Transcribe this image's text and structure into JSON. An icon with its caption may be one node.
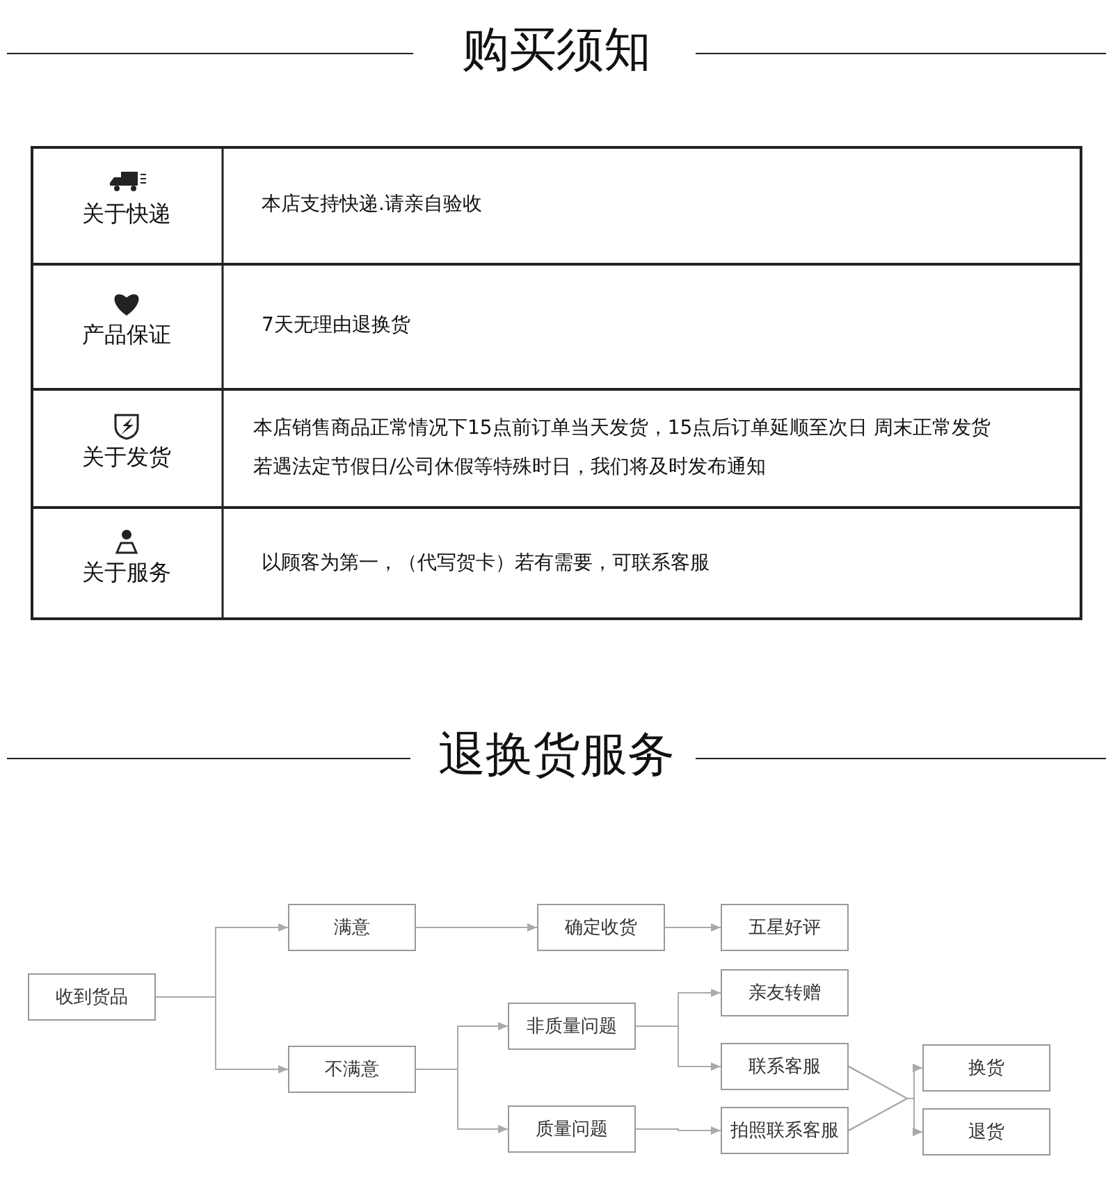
{
  "diagram": {
    "title": "购买须知",
    "nodes": [
      {
        "text": [
          "收到货品"
        ]
      },
      {
        "text": [
          "满意"
        ]
      },
      {
        "text": [
          "不满意"
        ]
      },
      {
        "text": [
          "确定收货"
        ]
      },
      {
        "text": [
          "五星好评"
        ]
      },
      {
        "text": [
          "非质量问题"
        ]
      },
      {
        "text": [
          "质量问题"
        ]
      },
      {
        "text": [
          "亲友转赠"
        ]
      },
      {
        "text": [
          "联系客服"
        ]
      },
      {
        "text": [
          "拍照联系客服"
        ]
      },
      {
        "text": [
          "换货"
        ]
      },
      {
        "text": [
          "退货"
        ]
      }
    ],
    "edges": [
      {
        "from": 0,
        "to": 1,
        "arrow": "to"
      },
      {
        "from": 0,
        "to": 2,
        "arrow": "to"
      },
      {
        "from": 1,
        "to": 3,
        "arrow": "to"
      },
      {
        "from": 3,
        "to": 4,
        "arrow": "to"
      },
      {
        "from": 2,
        "to": 5,
        "arrow": "to"
      },
      {
        "from": 2,
        "to": 6,
        "arrow": "to"
      },
      {
        "from": 5,
        "to": 7,
        "arrow": "to"
      },
      {
        "from": 5,
        "to": 8,
        "arrow": "to"
      },
      {
        "from": 6,
        "to": 9,
        "arrow": "to"
      },
      {
        "from": 8,
        "to": 10,
        "arrow": "to"
      },
      {
        "from": 8,
        "to": 11,
        "arrow": "to"
      },
      {
        "from": 9,
        "to": 10,
        "arrow": "to"
      },
      {
        "from": 9,
        "to": 11,
        "arrow": "to"
      }
    ],
    "labels": [
      "关于快递",
      "本店支持快递.请亲自验收",
      "产品保证",
      "7天无理由退换货",
      "关于发货",
      "本店销售商品正常情况下15点前订单当天发货，15点后订单延顺至次日 周末正常发货",
      "若遇法定节假日/公司休假等特殊时日，我们将及时发布通知",
      "关于服务",
      "以顾客为第一，（代写贺卡）若有需要，可联系客服",
      "退换货服务"
    ]
  }
}
